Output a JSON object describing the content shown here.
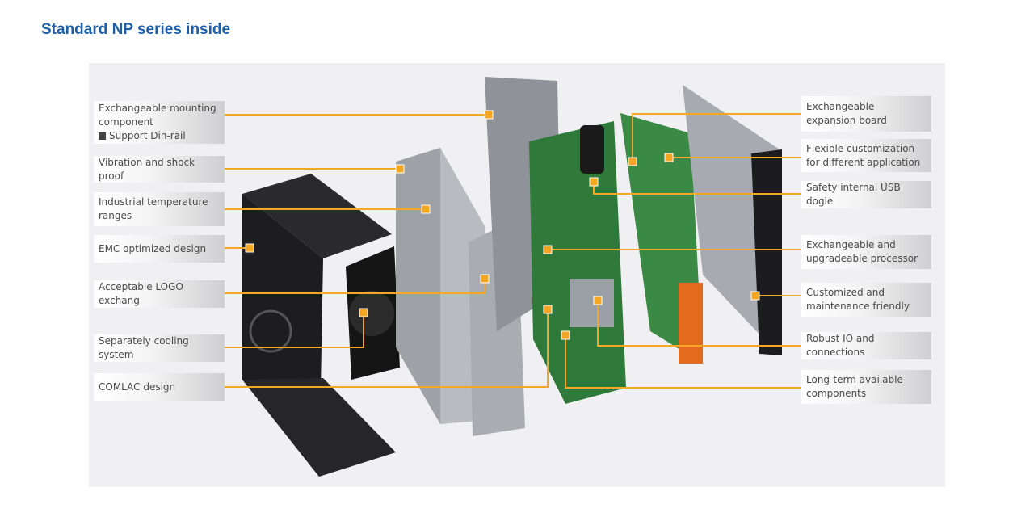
{
  "title": "Standard NP series inside",
  "colors": {
    "accent": "#f5a623",
    "title": "#1f5fa8",
    "panel": "#f0f0f2"
  },
  "left_labels": [
    {
      "text": "Exchangeable mounting component",
      "sub": "Support Din-rail"
    },
    {
      "text": "Vibration and shock proof"
    },
    {
      "text": "Industrial temperature ranges"
    },
    {
      "text": "EMC optimized design"
    },
    {
      "text": "Acceptable LOGO exchang"
    },
    {
      "text": "Separately cooling system"
    },
    {
      "text": "COMLAC design"
    }
  ],
  "right_labels": [
    {
      "text": "Exchangeable expansion board"
    },
    {
      "text": "Flexible customization for different application"
    },
    {
      "text": "Safety internal USB dogle"
    },
    {
      "text": "Exchangeable and upgradeable processor"
    },
    {
      "text": "Customized and maintenance friendly"
    },
    {
      "text": "Robust IO and connections"
    },
    {
      "text": "Long-term available components"
    }
  ]
}
